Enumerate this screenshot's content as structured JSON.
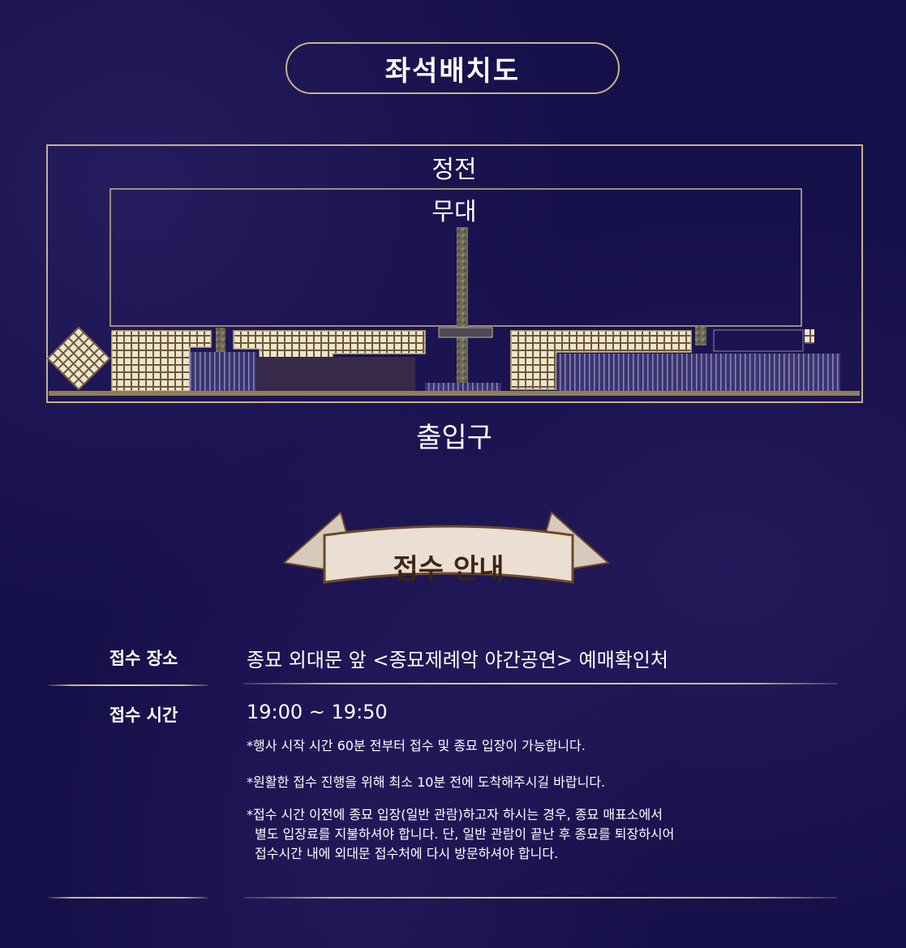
{
  "seating": {
    "title": "좌석배치도",
    "label_hall": "정전",
    "label_stage": "무대",
    "label_entrance": "출입구"
  },
  "reception": {
    "title": "접수 안내",
    "place_label": "접수 장소",
    "place_value": "종묘 외대문 앞 <종묘제례악 야간공연> 예매확인처",
    "time_label": "접수 시간",
    "time_value": "19:00 ~ 19:50",
    "notes": [
      "*행사 시작 시간 60분 전부터 접수 및 종묘 입장이 가능합니다.",
      "*원활한 접수 진행을 위해 최소 10분 전에 도착해주시길 바랍니다.",
      "*접수 시간 이전에 종묘 입장(일반 관람)하고자 하시는 경우, 종묘 매표소에서",
      "별도 입장료를 지불하셔야 합니다. 단, 일반 관람이 끝난 후 종묘를 퇴장하시어",
      "접수시간 내에 외대문 접수처에 다시 방문하셔야 합니다."
    ]
  },
  "colors": {
    "background": "#16104a",
    "gold": "#c8b38a",
    "ribbon": "#eadfd2",
    "seat": "#efe4cc"
  }
}
